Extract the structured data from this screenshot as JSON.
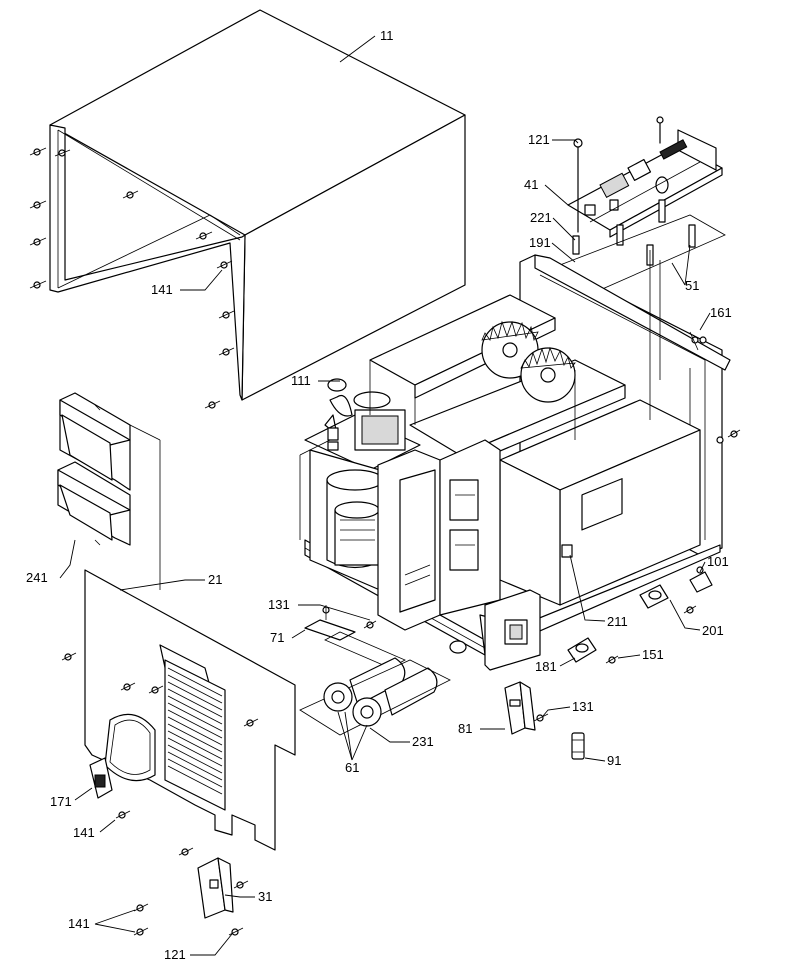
{
  "labels": {
    "l11": "11",
    "l121a": "121",
    "l41": "41",
    "l221": "221",
    "l191": "191",
    "l51": "51",
    "l141a": "141",
    "l161": "161",
    "l111": "111",
    "l241": "241",
    "l21": "21",
    "l131a": "131",
    "l71": "71",
    "l211": "211",
    "l101": "101",
    "l201": "201",
    "l151": "151",
    "l181": "181",
    "l131b": "131",
    "l81": "81",
    "l91": "91",
    "l231": "231",
    "l61": "61",
    "l171": "171",
    "l141b": "141",
    "l31": "31",
    "l141c": "141",
    "l121b": "121"
  }
}
